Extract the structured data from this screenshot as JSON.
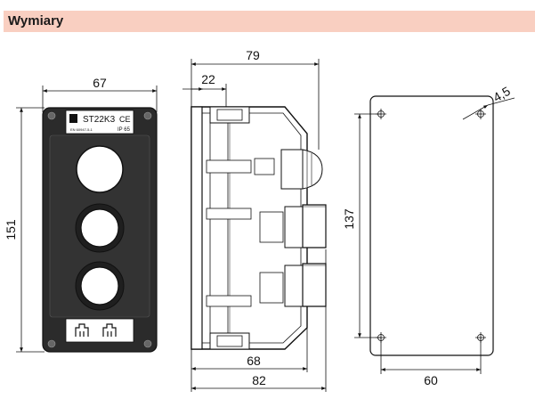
{
  "header": {
    "title": "Wymiary"
  },
  "front_view": {
    "dim_width": "67",
    "dim_height": "151",
    "label_model": "ST22K3",
    "label_ce": "CE",
    "label_standard": "EN 60947-5-1",
    "label_ip": "IP 65"
  },
  "side_view": {
    "dim_overall": "79",
    "dim_offset": "22",
    "dim_inner": "68",
    "dim_total": "82"
  },
  "back_view": {
    "dim_hole": "4,5",
    "dim_height": "137",
    "dim_width": "60"
  },
  "colors": {
    "header_bg": "#f9cfc1",
    "line": "#1a1a1a",
    "body_dark": "#2b2b2b"
  }
}
